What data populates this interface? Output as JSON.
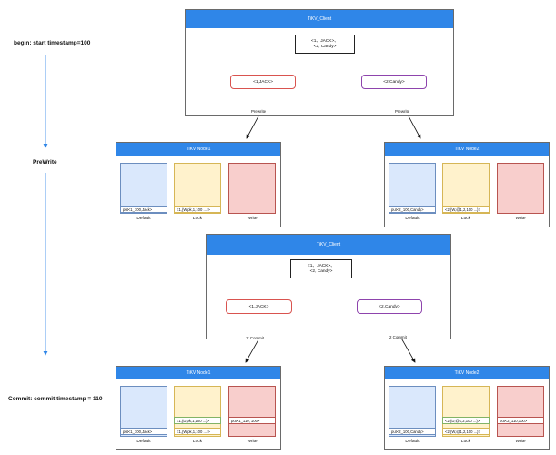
{
  "stages": {
    "begin": "begin: start timestamp=100",
    "prewrite": "PreWrite",
    "commit": "Commit: commit timestamp = 110"
  },
  "phase1": {
    "client_title": "TiKV_Client",
    "client_kv": [
      "<1、JACK>、",
      "<2, Candy>"
    ],
    "key1": "<1,JACK>",
    "key2": "<2,Candy>",
    "edge1": "Prewrite",
    "edge2": "Prewrite",
    "node1": {
      "title": "TiKV Node1",
      "default_record": "put<1_100,Jack>",
      "lock_record": "<1,{W,pk,1,100 ...}>",
      "cols": [
        "Default",
        "Lock",
        "Write"
      ]
    },
    "node2": {
      "title": "TiKV Node2",
      "default_record": "put<2_100,Candy>",
      "lock_record": "<2,{W,@1,2,100 ...}>",
      "cols": [
        "Default",
        "Lock",
        "Write"
      ]
    }
  },
  "phase2": {
    "client_title": "TiKV_Client",
    "client_kv": [
      "<1、JACK>、",
      "<2, Candy>"
    ],
    "key1": "<1,JACK>",
    "key2": "<2,Candy>",
    "edge1": "1: Commit",
    "edge2": "2 Commit",
    "node1": {
      "title": "TiKV Node1",
      "default_record": "put<1_100,Jack>",
      "lock_record_old": "<1,{D,pk,1,100 ...}>",
      "lock_record": "<1,{W,pk,1,100 ...}>",
      "write_record": "put<1_110, 100>",
      "cols": [
        "Default",
        "Lock",
        "Write"
      ]
    },
    "node2": {
      "title": "TiKV Node2",
      "default_record": "put<2_100,Candy>",
      "lock_record_old": "<2,{D,@1,2,100 ...}>",
      "lock_record": "<2,{W,@1,2,100 ...}>",
      "write_record": "put<2_110,100>",
      "cols": [
        "Default",
        "Lock",
        "Write"
      ]
    }
  },
  "colors": {
    "header": "#2f86e8",
    "timeline": "#2f86e8",
    "default_fill": "#dae8fc",
    "lock_fill": "#fff2cc",
    "write_fill": "#f8cecc"
  }
}
